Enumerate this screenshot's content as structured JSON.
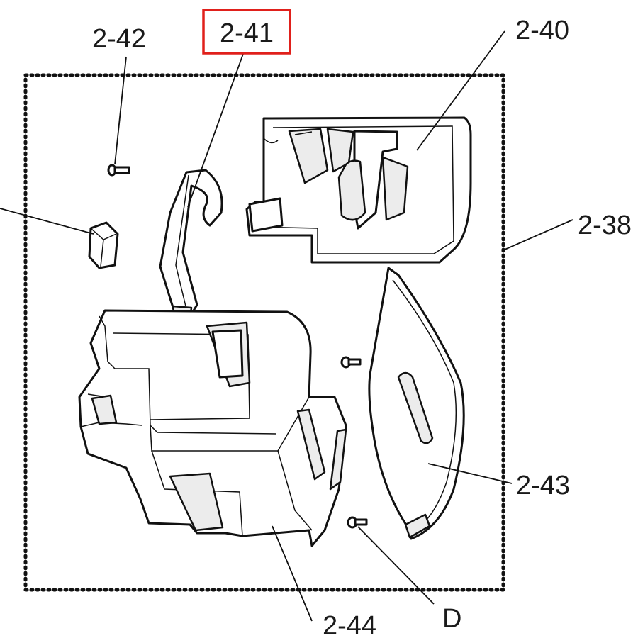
{
  "diagram": {
    "callouts": {
      "c_2_38": "2-38",
      "c_2_40": "2-40",
      "c_2_41": "2-41",
      "c_2_42": "2-42",
      "c_2_43": "2-43",
      "c_2_44": "2-44",
      "c_D": "D"
    },
    "highlighted_callout": "2-41",
    "highlight_color": "#e0201b",
    "line_color": "#111111"
  }
}
